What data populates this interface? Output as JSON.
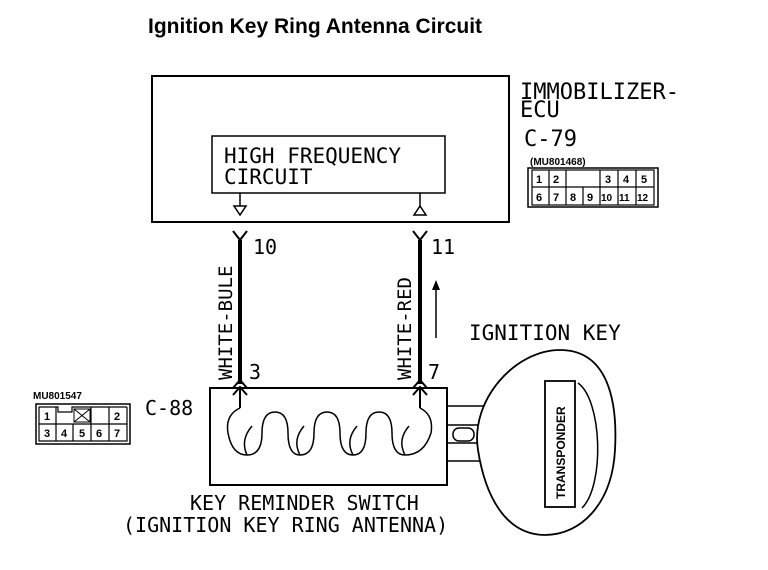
{
  "title": "Ignition Key Ring Antenna Circuit",
  "ecu": {
    "name_line1": "IMMOBILIZER-",
    "name_line2": "ECU",
    "inner_line1": "HIGH FREQUENCY",
    "inner_line2": "CIRCUIT",
    "connector_label": "C-79",
    "connector_part": "(MU801468)",
    "connector_pins_top": [
      "1",
      "2",
      "",
      "3",
      "4",
      "5"
    ],
    "connector_pins_bottom": [
      "6",
      "7",
      "8",
      "9",
      "10",
      "11",
      "12"
    ]
  },
  "wires": {
    "left_color": "WHITE-BULE",
    "right_color": "WHITE-RED",
    "left_top_pin": "10",
    "right_top_pin": "11",
    "left_bottom_pin": "3",
    "right_bottom_pin": "7"
  },
  "ignition_key": {
    "label": "IGNITION KEY",
    "transponder": "TRANSPONDER"
  },
  "switch": {
    "connector_label": "C-88",
    "connector_part": "MU801547",
    "connector_pins_top": [
      "1",
      "",
      "2"
    ],
    "connector_pins_bottom": [
      "3",
      "4",
      "5",
      "6",
      "7"
    ],
    "name_line1": "KEY REMINDER SWITCH",
    "name_line2": "(IGNITION KEY RING ANTENNA)"
  }
}
